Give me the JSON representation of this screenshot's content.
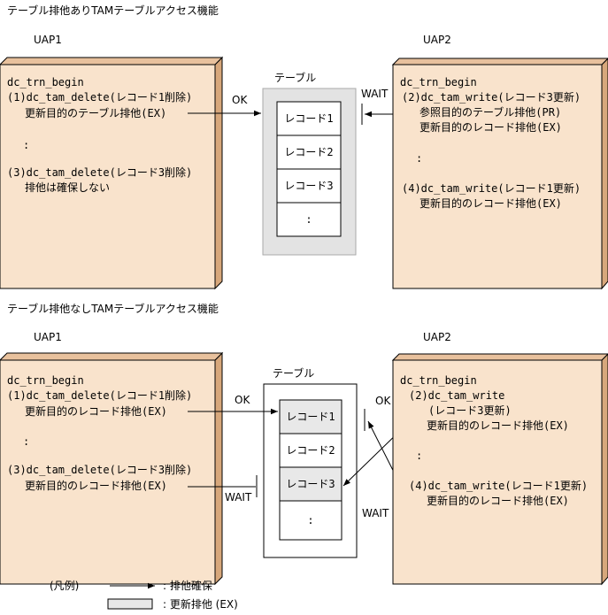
{
  "top": {
    "title": "テーブル排他ありTAMテーブルアクセス機能",
    "uap1": {
      "label": "UAP1",
      "lines": [
        "dc_trn_begin",
        "(1)dc_tam_delete(レコード1削除)",
        "更新目的のテーブル排他(EX)",
        ":",
        "(3)dc_tam_delete(レコード3削除)",
        "排他は確保しない"
      ]
    },
    "uap2": {
      "label": "UAP2",
      "lines": [
        "dc_trn_begin",
        "(2)dc_tam_write(レコード3更新)",
        "参照目的のテーブル排他(PR)",
        "更新目的のレコード排他(EX)",
        ":",
        "(4)dc_tam_write(レコード1更新)",
        "更新目的のレコード排他(EX)"
      ]
    },
    "table": {
      "label": "テーブル",
      "records": [
        "レコード1",
        "レコード2",
        "レコード3",
        ":"
      ]
    },
    "ok": "OK",
    "wait": "WAIT"
  },
  "bottom": {
    "title": "テーブル排他なしTAMテーブルアクセス機能",
    "uap1": {
      "label": "UAP1",
      "lines": [
        "dc_trn_begin",
        "(1)dc_tam_delete(レコード1削除)",
        "更新目的のレコード排他(EX)",
        ":",
        "(3)dc_tam_delete(レコード3削除)",
        "更新目的のレコード排他(EX)"
      ]
    },
    "uap2": {
      "label": "UAP2",
      "lines": [
        "dc_trn_begin",
        "(2)dc_tam_write",
        "(レコード3更新)",
        "更新目的のレコード排他(EX)",
        ":",
        "(4)dc_tam_write(レコード1更新)",
        "更新目的のレコード排他(EX)"
      ]
    },
    "table": {
      "label": "テーブル",
      "records": [
        "レコード1",
        "レコード2",
        "レコード3",
        ":"
      ]
    },
    "ok1": "OK",
    "ok2": "OK",
    "wait1": "WAIT",
    "wait2": "WAIT"
  },
  "legend": {
    "title": "(凡例)",
    "arrow_text": ": 排他確保",
    "box_text": ": 更新排他 (EX)"
  },
  "colors": {
    "uap_face": "#f9e3cc",
    "uap_side": "#d7a77b",
    "table_bg_top": "#e3e3e3",
    "record_locked": "#e8e8e8",
    "line": "#000000"
  }
}
